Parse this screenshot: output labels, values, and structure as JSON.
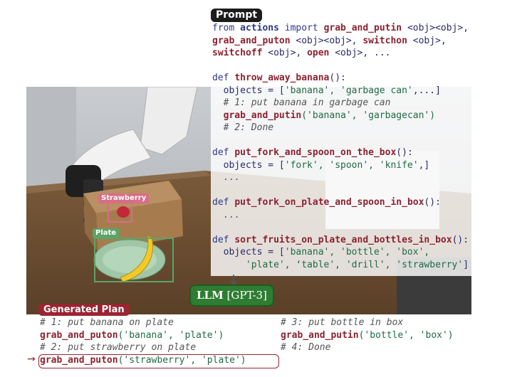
{
  "prompt": {
    "title": "Prompt",
    "line1": {
      "kw1": "from",
      "mod": "actions",
      "kw2": "import",
      "f1": "grab_and_putin",
      "a1": " <obj><obj>,"
    },
    "line2": {
      "f1": "grab_and_puton",
      "a1": " <obj><obj>, ",
      "f2": "switchon",
      "a2": " <obj>,"
    },
    "line3": {
      "f1": "switchoff",
      "a1": " <obj>, ",
      "f2": "open",
      "a2": " <obj>, ..."
    },
    "func1": {
      "def": "def",
      "name": "throw_away_banana",
      "sig": "():"
    },
    "func1_objects": {
      "prefix": "  objects = [",
      "items": "'banana', 'garbage can'",
      "suffix": ",...]"
    },
    "func1_comment1": "  # 1: put banana in garbage can",
    "func1_call": {
      "name": "grab_and_putin",
      "args": "('banana', 'garbagecan')"
    },
    "func1_comment2": "  # 2: Done",
    "func2": {
      "def": "def",
      "name": "put_fork_and_spoon_on_the_box",
      "sig": "():"
    },
    "func2_objects": {
      "prefix": "  objects = [",
      "items": "'fork', 'spoon', 'knife'",
      "suffix": ",]"
    },
    "func2_dots": "  ...",
    "func3": {
      "def": "def",
      "name": "put_fork_on_plate_and_spoon_in_box",
      "sig": "():"
    },
    "func3_dots": "  ...",
    "func4": {
      "def": "def",
      "name": "sort_fruits_on_plate_and_bottles_in_box",
      "sig": "():"
    },
    "func4_objects1": {
      "prefix": "  objects = [",
      "items": "'banana', 'bottle', 'box',"
    },
    "func4_objects2": {
      "items": "      'plate', ‘table', 'drill', 'strawberry'",
      "suffix": "]"
    }
  },
  "llm": {
    "name": "LLM",
    "model": "[GPT-3]"
  },
  "detections": {
    "strawberry": "Strawberry",
    "plate": "Plate"
  },
  "plan": {
    "title": "Generated Plan",
    "step1_comment": "# 1: put banana on plate",
    "step1_call": {
      "name": "grab_and_puton",
      "args": "('banana', 'plate')"
    },
    "step2_comment": "# 2: put strawberry on plate",
    "step2_call": {
      "name": "grab_and_puton",
      "args": "('strawberry', 'plate')"
    },
    "step3_comment": "# 3: put bottle in box",
    "step3_call": {
      "name": "grab_and_putin",
      "args": "('bottle', 'box')"
    },
    "step4_comment": "# 4: Done"
  },
  "colors": {
    "accent_red": "#9a2430",
    "llm_green": "#2e7d32",
    "strawberry_box": "#d86d86",
    "plate_box": "#5aa567"
  }
}
